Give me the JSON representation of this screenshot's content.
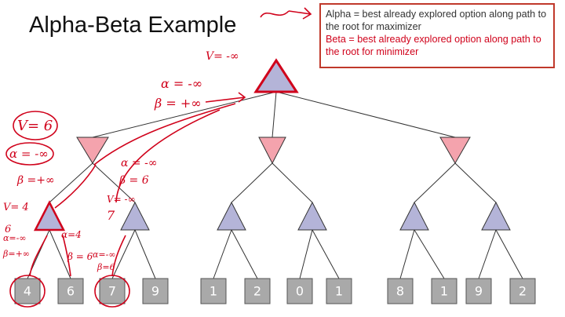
{
  "slide": {
    "title": "Alpha-Beta Example",
    "definitions": {
      "alpha": "Alpha = best already explored option along path to the root for maximizer",
      "beta": "Beta = best already explored option along path to the root for minimizer"
    }
  },
  "tree": {
    "leaves": [
      "4",
      "6",
      "7",
      "9",
      "1",
      "2",
      "0",
      "1",
      "8",
      "1",
      "9",
      "2"
    ]
  },
  "annotations": {
    "root_v": "V= -∞",
    "root_alpha": "α = -∞",
    "root_beta": "β = +∞",
    "min1_v": "V= 6",
    "min1_alpha": "α = -∞",
    "min1_beta": "β =+∞",
    "right_alpha": "α = -∞",
    "right_beta": "β = 6",
    "max1_v": "V= 4",
    "max1_num": "6",
    "max1_alpha": "α=-∞",
    "max1_beta": "β=+∞",
    "max1_alpha2": "α=4",
    "max1_beta2": "β = 6",
    "max2_v": "V= -∞",
    "max2_num": "7",
    "max2_alpha": "α=-∞",
    "max2_beta": "β=6"
  },
  "colors": {
    "min_fill": "#f4a3ad",
    "max_fill": "#b4b4d8",
    "leaf_fill": "#a9a9a9",
    "ink": "#d0021b",
    "box_border": "#c0392b"
  }
}
